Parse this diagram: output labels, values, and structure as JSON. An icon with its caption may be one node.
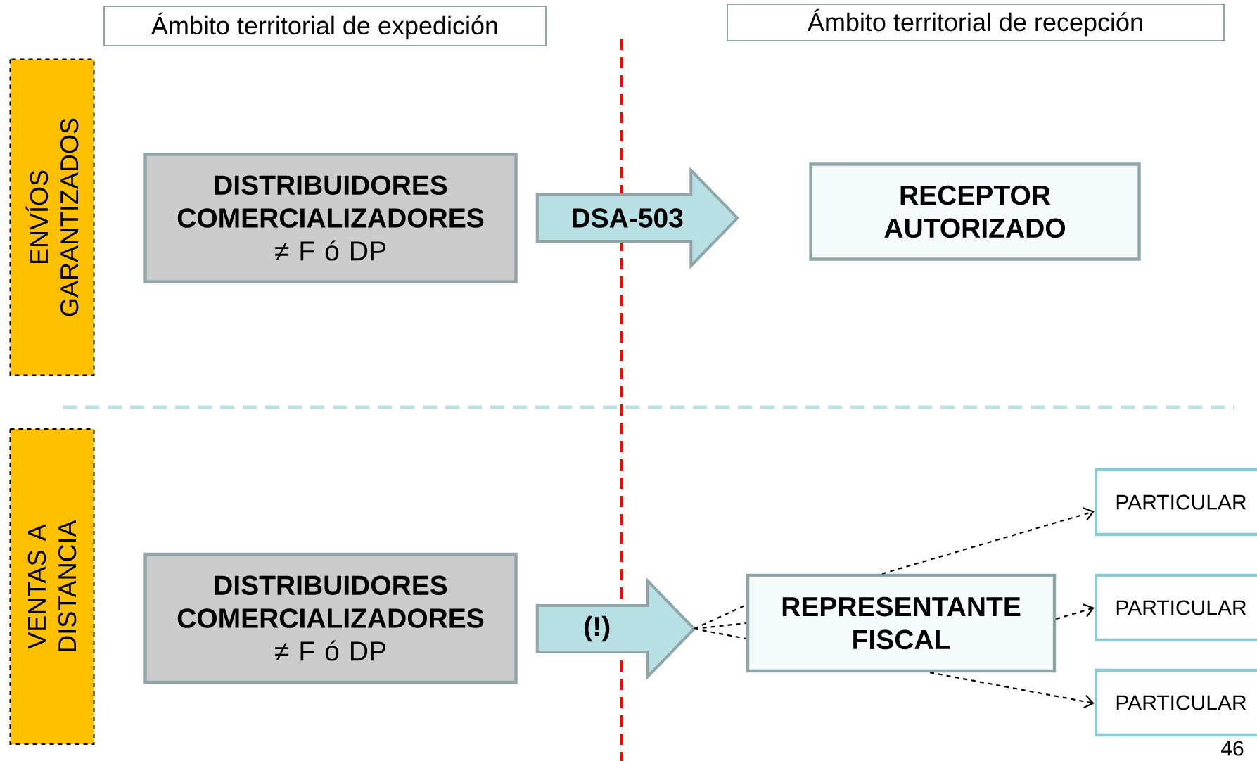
{
  "diagram": {
    "nodes": [
      {
        "text": [
          "Ámbito territorial de expedición"
        ]
      },
      {
        "text": [
          "Ámbito territorial de recepción"
        ]
      },
      {
        "text": [
          "ENVÍOS GARANTIZADOS"
        ]
      },
      {
        "text": [
          "DISTRIBUIDORES COMERCIALIZADORES",
          "≠ F ó DP"
        ]
      },
      {
        "text": [
          "RECEPTOR AUTORIZADO"
        ]
      },
      {
        "text": [
          "VENTAS A DISTANCIA"
        ]
      },
      {
        "text": [
          "DISTRIBUIDORES COMERCIALIZADORES",
          "≠ F ó DP"
        ]
      },
      {
        "text": [
          "REPRESENTANTE FISCAL"
        ]
      },
      {
        "text": [
          "PARTICULAR"
        ]
      },
      {
        "text": [
          "PARTICULAR"
        ]
      },
      {
        "text": [
          "PARTICULAR"
        ]
      }
    ],
    "edges": [
      {
        "from": 3,
        "to": 4,
        "arrow": "to",
        "label": "DSA-503",
        "style": "thick",
        "color": "#b7dfe4"
      },
      {
        "from": 6,
        "to": 7,
        "arrow": "to",
        "label": "(!)",
        "style": "thick",
        "color": "#b7dfe4"
      },
      {
        "from": null,
        "to": 7,
        "arrow": "none",
        "style": "dashed"
      },
      {
        "from": null,
        "to": 7,
        "arrow": "none",
        "style": "dashed"
      },
      {
        "from": null,
        "to": 7,
        "arrow": "none",
        "style": "dashed"
      },
      {
        "from": 7,
        "to": 8,
        "arrow": "to",
        "style": "dashed"
      },
      {
        "from": 7,
        "to": 9,
        "arrow": "to",
        "style": "dashed"
      },
      {
        "from": 7,
        "to": 10,
        "arrow": "to",
        "style": "dashed"
      }
    ],
    "labels": [
      "46"
    ]
  }
}
